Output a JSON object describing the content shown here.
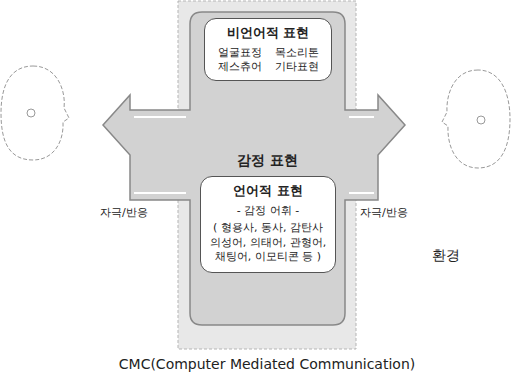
{
  "diagram": {
    "caption": "CMC(Computer Mediated Communication)",
    "nodes": [
      {
        "text": [
          "감정 표현"
        ]
      },
      {
        "text": [
          "비언어적 표현",
          "얼굴표정",
          "목소리톤",
          "제스츄어",
          "기타표현"
        ],
        "in": 0
      },
      {
        "text": [
          "언어적 표현",
          "- 감정 어휘 -",
          "( 형용사, 동사, 감탄사 의성어, 의태어, 관형어, 채팅어, 이모티콘 등 )"
        ],
        "in": 0
      }
    ],
    "labels": [
      "자극/반응",
      "자극/반응",
      "환경"
    ]
  }
}
